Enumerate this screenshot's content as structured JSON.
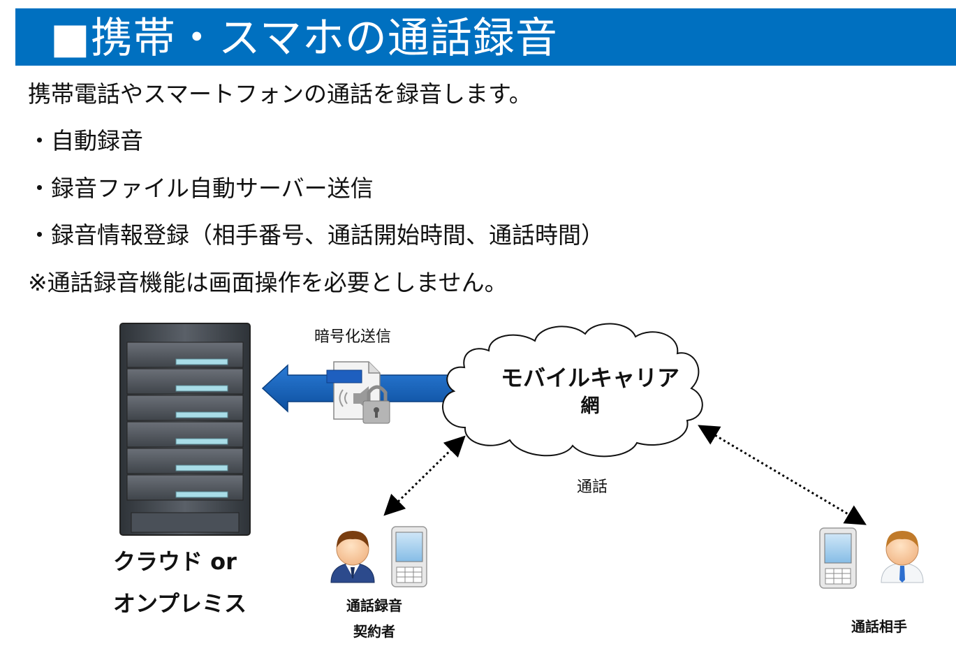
{
  "header": {
    "title": "■携帯・スマホの通話録音"
  },
  "body": {
    "intro": "携帯電話やスマートフォンの通話を録音します。",
    "bullets": [
      "・自動録音",
      "・録音ファイル自動サーバー送信",
      "・録音情報登録（相手番号、通話開始時間、通話時間）"
    ],
    "note": "※通話録音機能は画面操作を必要としません。"
  },
  "diagram": {
    "encrypted_label": "暗号化送信",
    "cloud_label_1": "モバイルキャリア",
    "cloud_label_2": "網",
    "call_label": "通話",
    "server_label_1": "クラウド or",
    "server_label_2": "オンプレミス",
    "subscriber_label_1": "通話録音",
    "subscriber_label_2": "契約者",
    "partner_label": "通話相手"
  },
  "colors": {
    "header_bg": "#0070c0",
    "arrow_blue": "#1565c0",
    "server_dark": "#4a4f55",
    "server_slot_light": "#a9dde8"
  }
}
